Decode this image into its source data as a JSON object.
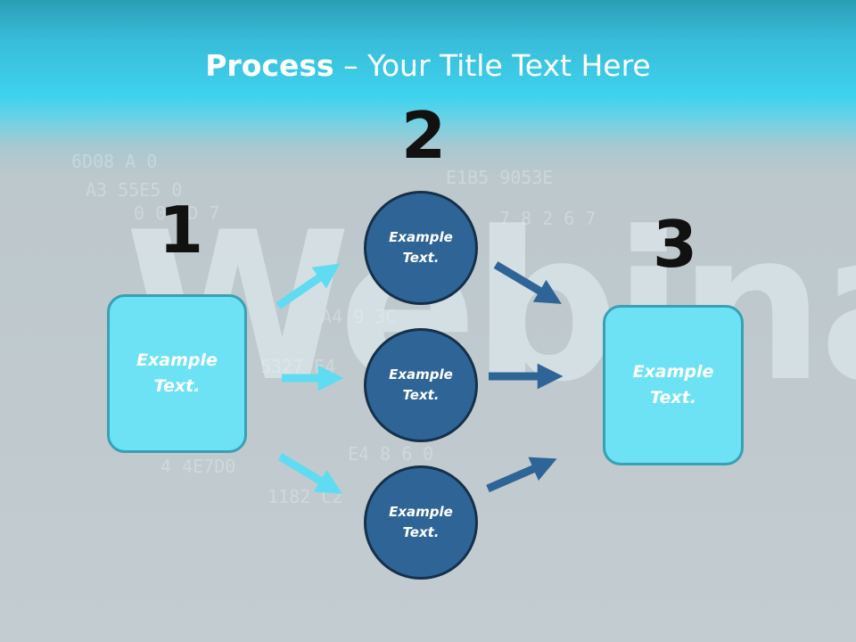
{
  "title": {
    "bold": "Process",
    "rest": " – Your Title Text Here"
  },
  "background_word": "Webinar",
  "background_digits": [
    "6D08  A 0",
    "A3 55E5 0",
    "0 0 6D  7",
    "E1B5  9053E",
    "7 8 2 6 7",
    "A4 9   3C",
    "5327 E4",
    "4 4E7D0",
    "1182 C2",
    "E4 8 6 0"
  ],
  "steps": [
    {
      "number": "1",
      "label": "Example\nText."
    },
    {
      "number": "2",
      "nodes": [
        {
          "label": "Example\nText."
        },
        {
          "label": "Example\nText."
        },
        {
          "label": "Example\nText."
        }
      ]
    },
    {
      "number": "3",
      "label": "Example\nText."
    }
  ],
  "colors": {
    "box_fill": "#6ce2f4",
    "box_border": "#3aa0b4",
    "circle_fill": "#2f6596",
    "circle_border": "#15304a",
    "arrow_light": "#5fdcf2",
    "arrow_dark": "#2f6596",
    "header_band": "#3fd3ee"
  }
}
